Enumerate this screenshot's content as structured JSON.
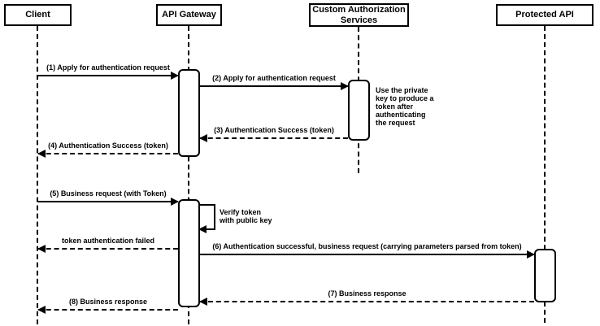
{
  "diagram": {
    "type": "sequence-diagram",
    "actors": [
      {
        "label": "Client"
      },
      {
        "label": "API Gateway"
      },
      {
        "label": "Custom Authorization\nServices"
      },
      {
        "label": "Protected API"
      }
    ],
    "messages": [
      {
        "label": "(1) Apply for authentication request",
        "from": "Client",
        "to": "API Gateway",
        "style": "solid"
      },
      {
        "label": "(2) Apply for authentication request",
        "from": "API Gateway",
        "to": "Custom Authorization Services",
        "style": "solid"
      },
      {
        "label": "(3) Authentication Success (token)",
        "from": "Custom Authorization Services",
        "to": "API Gateway",
        "style": "dashed"
      },
      {
        "label": "(4) Authentication Success (token)",
        "from": "API Gateway",
        "to": "Client",
        "style": "dashed"
      },
      {
        "label": "(5) Business request (with Token)",
        "from": "Client",
        "to": "API Gateway",
        "style": "solid"
      },
      {
        "label": "Verify token\nwith public key",
        "from": "API Gateway",
        "to": "API Gateway",
        "style": "self"
      },
      {
        "label": "token authentication failed",
        "from": "API Gateway",
        "to": "Client",
        "style": "dashed"
      },
      {
        "label": "(6) Authentication successful, business request (carrying parameters parsed from token)",
        "from": "API Gateway",
        "to": "Protected API",
        "style": "solid"
      },
      {
        "label": "(7) Business response",
        "from": "Protected API",
        "to": "API Gateway",
        "style": "dashed"
      },
      {
        "label": "(8) Business response",
        "from": "API Gateway",
        "to": "Client",
        "style": "dashed"
      }
    ],
    "notes": [
      {
        "text": "Use the private\nkey to produce a\ntoken after\nauthenticating\nthe request"
      }
    ],
    "colors": {
      "stroke": "#000000",
      "fill": "#ffffff",
      "background": "#ffffff"
    }
  }
}
